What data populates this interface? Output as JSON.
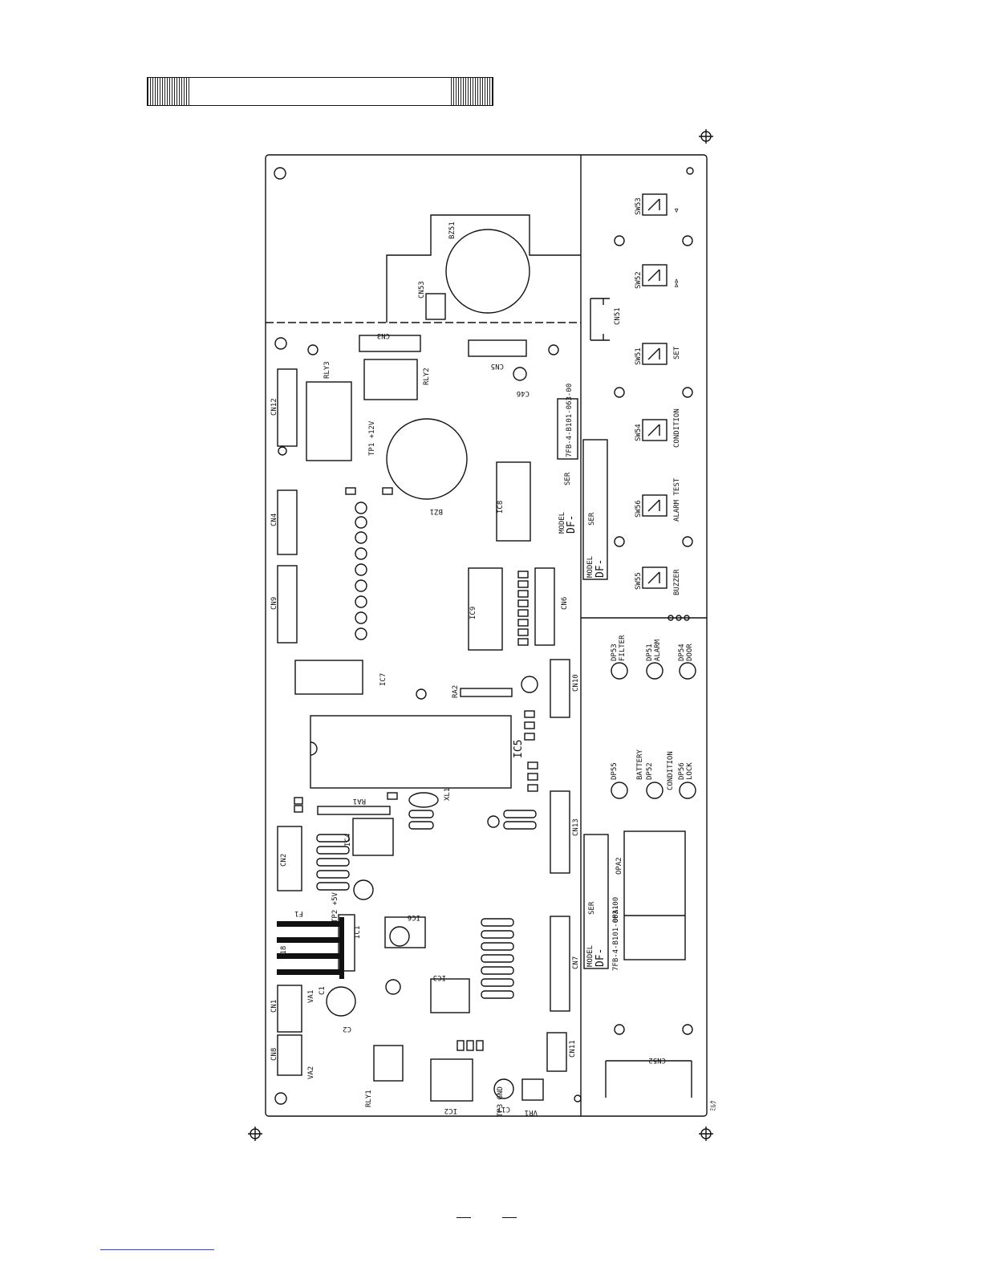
{
  "board": {
    "part_number": "7FB-4-B101-063-00",
    "model_label": "MODEL",
    "model_value": "DF-",
    "serial_label": "SER",
    "corner_mark": "ﾐﾙｸ"
  },
  "switches": [
    {
      "ref": "SW53",
      "label": "⊲"
    },
    {
      "ref": "SW52",
      "label": "⊳⊳"
    },
    {
      "ref": "SW51",
      "label": "SET"
    },
    {
      "ref": "SW54",
      "label": "CONDITION"
    },
    {
      "ref": "SW56",
      "label": "ALARM TEST"
    },
    {
      "ref": "SW55",
      "label": "BUZZER"
    }
  ],
  "indicators": [
    {
      "ref": "DP53",
      "label": "FILTER"
    },
    {
      "ref": "DP51",
      "label": "ALARM"
    },
    {
      "ref": "DP54",
      "label": "DOOR"
    },
    {
      "ref": "DP55",
      "label": "BATTERY"
    },
    {
      "ref": "DP52",
      "label": "CONDITION"
    },
    {
      "ref": "DP56",
      "label": "LOCK"
    }
  ],
  "connectors": {
    "cn3": "CN3",
    "cn5": "CN5",
    "cn12": "CN12",
    "cn4": "CN4",
    "cn9": "CN9",
    "cn2": "CN2",
    "cn1": "CN1",
    "cn8": "CN8",
    "cn6": "CN6",
    "cn10": "CN10",
    "cn13": "CN13",
    "cn7": "CN7",
    "cn11": "CN11",
    "cn51": "CN51",
    "cn52": "CN52",
    "cn53": "CN53"
  },
  "ics": {
    "ic5": "IC5",
    "ic7": "IC7",
    "ic8": "IC8",
    "ic9": "IC9",
    "ic4": "IC4",
    "ic1": "IC1",
    "ic2": "IC2",
    "ic3": "IC3",
    "ic6": "IC6"
  },
  "parts": {
    "bz1": "BZ1",
    "bz51": "BZ51",
    "rly1": "RLY1",
    "rly2": "RLY2",
    "rly3": "RLY3",
    "va1": "VA1",
    "va2": "VA2",
    "vr1": "VR1",
    "xl1": "XL1",
    "opa1": "OPA1",
    "opa2": "OPA2",
    "c1": "C1",
    "c2": "C2",
    "c17": "C17",
    "c46": "C46",
    "f1": "F1",
    "tp1": "TP1 +12V",
    "tp2": "TP2 +5V",
    "tp3": "TP3 GND",
    "ra1": "RA1",
    "ra2": "RA2",
    "j18": "J18"
  }
}
